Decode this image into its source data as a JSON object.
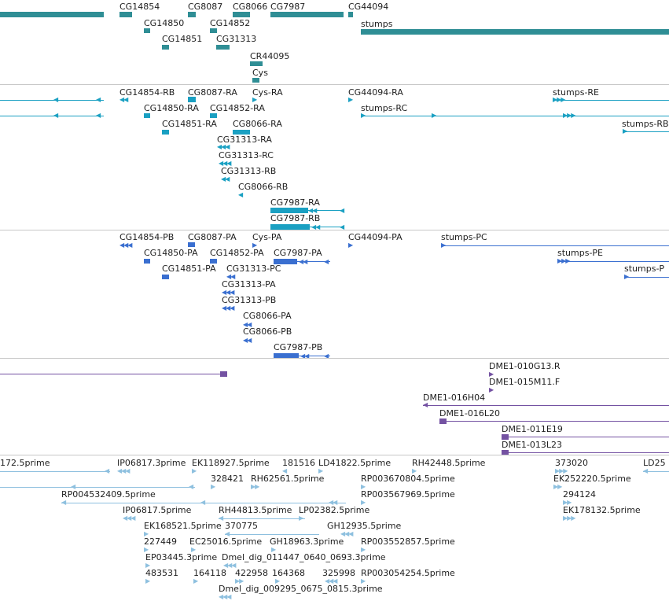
{
  "colors": {
    "gene": "#2f8e95",
    "transcript": "#1aa0c2",
    "cds": "#3a6fd0",
    "probe": "#7452a2",
    "est": "#8ec0df",
    "divider": "#c8c8c8"
  },
  "tracks": {
    "genes": {
      "labels": [
        "CG14854",
        "CG8087",
        "CG8066",
        "CG7987",
        "CG44094",
        "CG14850",
        "CG14852",
        "stumps",
        "CG14851",
        "CG31313",
        "CR44095",
        "Cys"
      ]
    },
    "transcripts": {
      "labels": [
        "CG14854-RB",
        "CG8087-RA",
        "Cys-RA",
        "CG44094-RA",
        "stumps-RE",
        "CG14850-RA",
        "CG14852-RA",
        "stumps-RC",
        "CG14851-RA",
        "CG8066-RA",
        "stumps-RB",
        "CG31313-RA",
        "CG31313-RC",
        "CG31313-RB",
        "CG8066-RB",
        "CG7987-RA",
        "CG7987-RB"
      ]
    },
    "proteins": {
      "labels": [
        "CG14854-PB",
        "CG8087-PA",
        "Cys-PA",
        "CG44094-PA",
        "stumps-PC",
        "CG14850-PA",
        "CG14852-PA",
        "CG7987-PA",
        "stumps-PE",
        "CG14851-PA",
        "CG31313-PC",
        "stumps-P",
        "CG31313-PA",
        "CG31313-PB",
        "CG8066-PA",
        "CG8066-PB",
        "CG7987-PB"
      ]
    },
    "probes": {
      "labels": [
        "DME1-010G13.R",
        "DME1-015M11.F",
        "DME1-016H04",
        "DME1-016L20",
        "DME1-011E19",
        "DME1-013L23"
      ]
    },
    "ests": {
      "labels": [
        "172.5prime",
        "IP06817.3prime",
        "EK118927.5prime",
        "181516",
        "LD41822.5prime",
        "RH42448.5prime",
        "373020",
        "LD25",
        "328421",
        "RH62561.5prime",
        "RP003670804.5prime",
        "EK252220.5prime",
        "RP004532409.5prime",
        "RP003567969.5prime",
        "294124",
        "IP06817.5prime",
        "RH44813.5prime",
        "LP02382.5prime",
        "EK178132.5prime",
        "EK168521.5prime",
        "370775",
        "GH12935.5prime",
        "227449",
        "EC25016.5prime",
        "GH18963.3prime",
        "RP003552857.5prime",
        "EP03445.3prime",
        "Dmel_dig_011447_0640_0693.3prime",
        "483531",
        "164118",
        "422958",
        "164368",
        "325998",
        "RP003054254.5prime",
        "Dmel_dig_009295_0675_0815.3prime"
      ]
    }
  }
}
